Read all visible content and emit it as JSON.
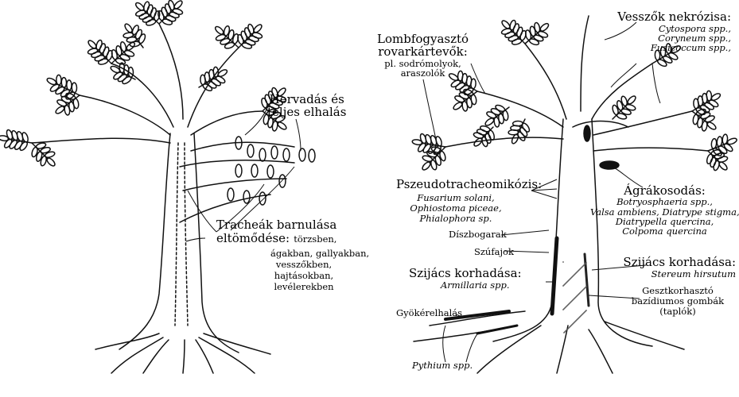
{
  "left": {
    "wilting": {
      "line1": "Hervadás és",
      "line2": "teljes elhalás"
    },
    "tracheae": {
      "heading1": "Tracheák barnulása",
      "heading2": "eltömődése:",
      "item1": "törzsben,",
      "items": [
        "ágakban, gallyakban,",
        "vesszőkben,",
        "hajtásokban,",
        "levélerekben"
      ]
    }
  },
  "right": {
    "defoliators": {
      "line1": "Lombfogyasztó",
      "line2": "rovarkártevők:",
      "line3": "pl. sodrómolyok,",
      "line4": "araszolók"
    },
    "shoot_necrosis": {
      "heading": "Vesszők nekrózisa:",
      "lines": [
        "Cytospora spp.,",
        "Coryneum spp.,",
        "Fusicoccum spp.,"
      ]
    },
    "pseudotracheo": {
      "heading": "Pszeudotracheomikózis:",
      "lines": [
        "Fusarium solani,",
        "Ophiostoma piceae,",
        "Phialophora sp."
      ]
    },
    "branch_canker": {
      "heading": "Ágrákosodás:",
      "lines": [
        "Botryosphaeria spp.,",
        "Valsa ambiens, Diatrype stigma,",
        "Diatrypella quercina,",
        "Colpoma quercina"
      ]
    },
    "bark_beetles": "Díszbogarak",
    "bark_weevils": "Szúfajok",
    "armillaria": {
      "heading": "Szijács korhadása:",
      "species": "Armillaria spp."
    },
    "stereum": {
      "heading": "Szijács korhadása:",
      "species": "Stereum hirsutum"
    },
    "heartrot": {
      "line1": "Gesztkorhasztó",
      "line2": "bazídiumos gombák",
      "line3": "(taplók)"
    },
    "root_rot": "Gyökérelhalás",
    "pythium": "Pythium spp."
  }
}
